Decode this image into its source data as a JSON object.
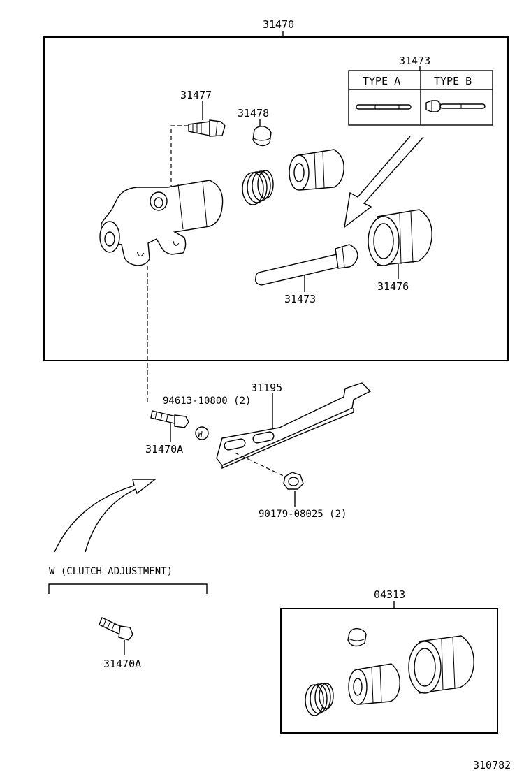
{
  "labels": {
    "assembly": "31470",
    "rod_kit_top": "31473",
    "type_a": "TYPE A",
    "type_b": "TYPE B",
    "bleeder": "31477",
    "cap": "31478",
    "push_rod": "31473",
    "boot": "31476",
    "bracket": "31195",
    "bolt_part": "94613-10800 (2)",
    "bolt_a": "31470A",
    "w_mark": "W",
    "nut_part": "90179-08025 (2)",
    "clutch_adjust": "W (CLUTCH ADJUSTMENT)",
    "bolt_a_bottom": "31470A",
    "kit": "04313",
    "diagram_no": "310782"
  }
}
